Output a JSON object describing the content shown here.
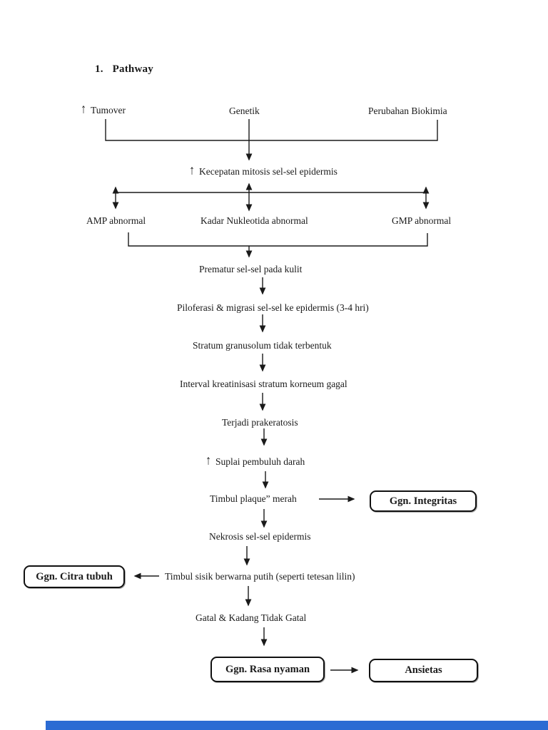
{
  "document": {
    "heading_number": "1.",
    "heading_title": "Pathway"
  },
  "flowchart": {
    "glyphs": {
      "up_arrow": "↑"
    },
    "line_color": "#1a1a1a",
    "nodes": {
      "tumover": "Tumover",
      "genetik": "Genetik",
      "perubahan_biokimia": "Perubahan Biokimia",
      "kecepatan_mitosis": "Kecepatan mitosis sel-sel epidermis",
      "amp_abnormal": "AMP abnormal",
      "kadar_nukleotida": "Kadar Nukleotida abnormal",
      "gmp_abnormal": "GMP abnormal",
      "prematur": "Prematur sel-sel pada kulit",
      "piloferasi": "Piloferasi & migrasi sel-sel ke epidermis (3-4 hri)",
      "stratum": "Stratum granusolum tidak terbentuk",
      "interval": "Interval kreatinisasi stratum korneum gagal",
      "terjadi": "Terjadi prakeratosis",
      "suplai": "Suplai pembuluh darah",
      "timbul_plaque": "Timbul plaque” merah",
      "nekrosis": "Nekrosis sel-sel epidermis",
      "timbul_sisik": "Timbul sisik berwarna putih (seperti tetesan lilin)",
      "gatal": "Gatal & Kadang Tidak Gatal"
    },
    "boxes": {
      "ggn_integritas": "Ggn. Integritas",
      "ggn_citra_tubuh": "Ggn. Citra tubuh",
      "ggn_rasa_nyaman": "Ggn. Rasa nyaman",
      "ansietas": "Ansietas"
    }
  },
  "footer": {
    "bar_color": "#2b6bd3"
  }
}
